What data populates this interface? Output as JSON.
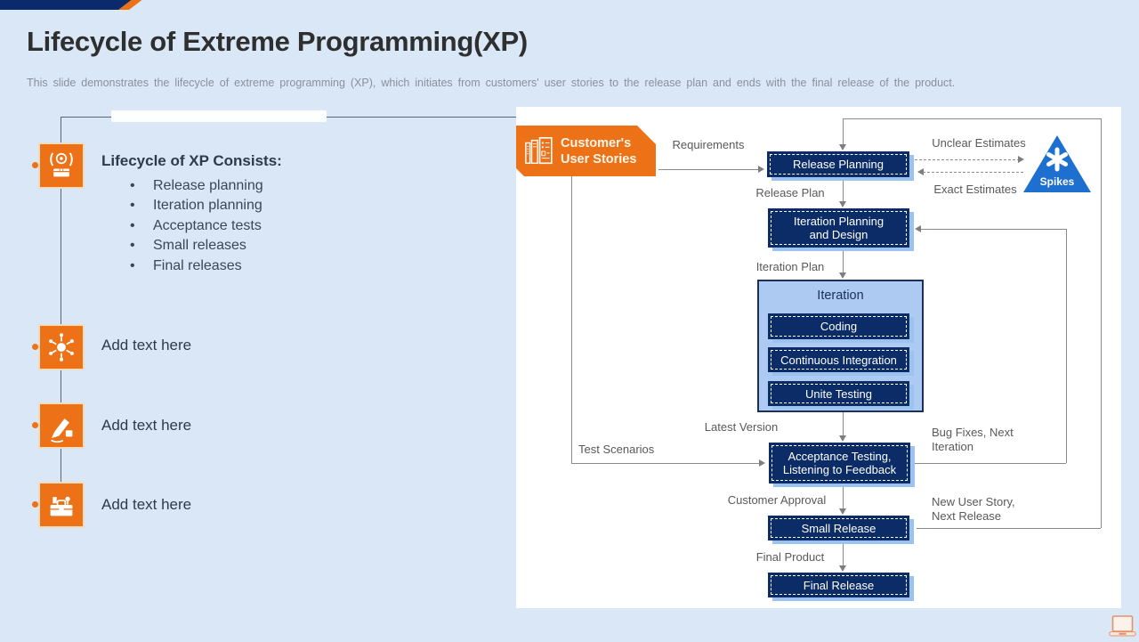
{
  "slide": {
    "title": "Lifecycle of Extreme Programming(XP)",
    "subtitle": "This slide demonstrates the lifecycle of extreme programming (XP), which initiates from customers' user stories to the release plan and ends with the final release of the product."
  },
  "sidebar": {
    "sections": [
      {
        "icon": "lifecycle-rotation-icon",
        "heading": "Lifecycle of XP Consists:",
        "bullets": [
          "Release planning",
          "Iteration planning",
          "Acceptance tests",
          "Small releases",
          "Final releases"
        ]
      },
      {
        "icon": "hub-network-icon",
        "heading": "Add text here",
        "bullets": []
      },
      {
        "icon": "pencil-design-icon",
        "heading": "Add text here",
        "bullets": []
      },
      {
        "icon": "toolbox-icon",
        "heading": "Add text here",
        "bullets": []
      }
    ]
  },
  "flowchart": {
    "source": {
      "icon": "books-user-stories-icon",
      "line1": "Customer's",
      "line2": "User Stories"
    },
    "nodes": {
      "release_planning": "Release Planning",
      "iteration_planning": "Iteration Planning and Design",
      "iteration_title": "Iteration",
      "coding": "Coding",
      "continuous_integration": "Continuous Integration",
      "unite_testing": "Unite Testing",
      "acceptance": "Acceptance Testing, Listening to Feedback",
      "small_release": "Small Release",
      "final_release": "Final Release"
    },
    "edge_labels": {
      "requirements": "Requirements",
      "release_plan": "Release Plan",
      "unclear_estimates": "Unclear Estimates",
      "exact_estimates": "Exact Estimates",
      "iteration_plan": "Iteration Plan",
      "latest_version": "Latest Version",
      "test_scenarios": "Test Scenarios",
      "bug_fixes": "Bug Fixes, Next Iteration",
      "customer_approval": "Customer Approval",
      "new_user_story": "New User Story, Next Release",
      "final_product": "Final Product"
    },
    "spikes_label": "Spikes",
    "spikes_icon": "spark-asterisk-icon"
  },
  "footer": {
    "icon": "laptop-icon"
  },
  "colors": {
    "accent_orange": "#ED7117",
    "navy_node": "#0B2C66",
    "topbar_navy": "#0B2A6B",
    "background": "#D9E7F7",
    "iteration_fill": "#ADCBF2",
    "spikes_blue": "#1E70D0",
    "node_shadow": "#9CC3F0"
  }
}
